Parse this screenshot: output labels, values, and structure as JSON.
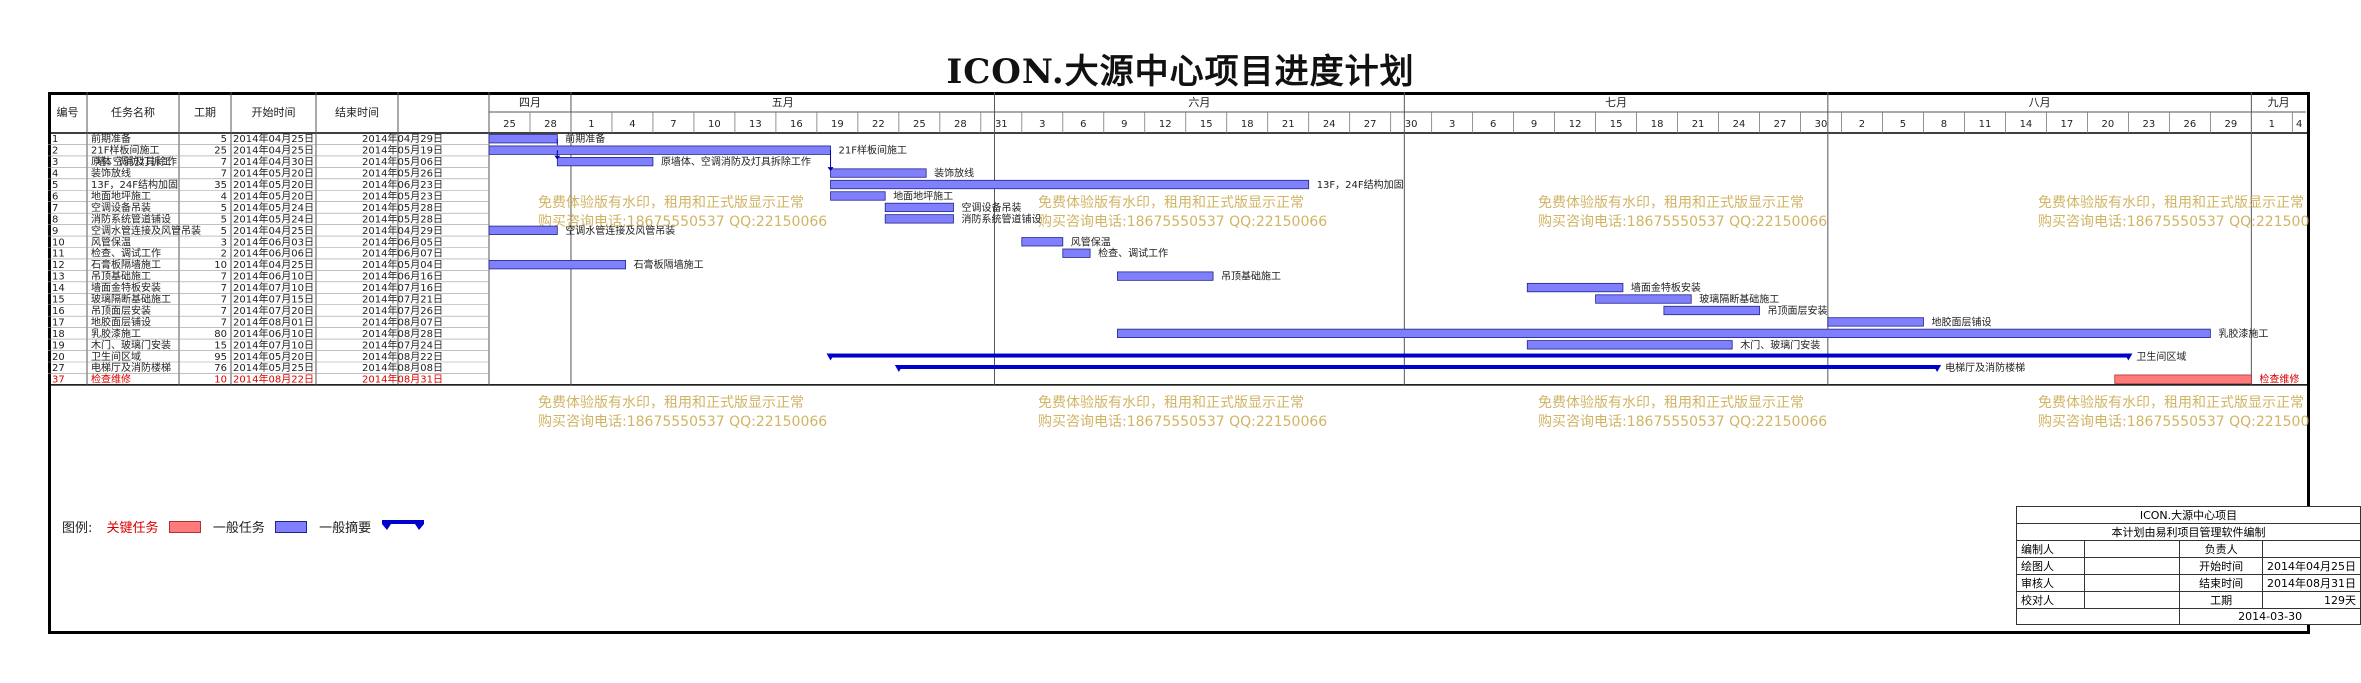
{
  "title": "ICON.大源中心项目进度计划",
  "headers": {
    "id": "编号",
    "name": "任务名称",
    "duration": "工期",
    "start": "开始时间",
    "end": "结束时间"
  },
  "months": [
    "四月",
    "五月",
    "六月",
    "七月",
    "八月",
    "九月"
  ],
  "timeline": {
    "start": "2014-04-25",
    "end": "2014-09-05",
    "day_ticks": [
      25,
      28,
      1,
      4,
      7,
      10,
      13,
      16,
      19,
      22,
      25,
      28,
      31,
      3,
      6,
      9,
      12,
      15,
      18,
      21,
      24,
      27,
      30,
      3,
      6,
      9,
      12,
      15,
      18,
      21,
      24,
      27,
      30,
      2,
      5,
      8,
      11,
      14,
      17,
      20,
      23,
      26,
      29,
      1,
      4
    ]
  },
  "colors": {
    "critical": "#ff7b7b",
    "normal": "#8080ff",
    "summary": "#0000cc",
    "critical_text": "#dd0000",
    "watermark": "#c8a84a"
  },
  "tasks": [
    {
      "id": "1",
      "name": "前期准备",
      "duration": "5",
      "start": "2014年04月25日",
      "end": "2014年04月29日",
      "bar_label": "前期准备",
      "type": "normal"
    },
    {
      "id": "2",
      "name": "21F样板间施工",
      "duration": "25",
      "start": "2014年04月25日",
      "end": "2014年05月19日",
      "bar_label": "21F样板间施工",
      "type": "normal"
    },
    {
      "id": "3",
      "name": "原墙体、空调消防及灯具拆除工作",
      "duration": "7",
      "start": "2014年04月30日",
      "end": "2014年05月06日",
      "bar_label": "原墙体、空调消防及灯具拆除工作",
      "type": "normal"
    },
    {
      "id": "4",
      "name": "装饰放线",
      "duration": "7",
      "start": "2014年05月20日",
      "end": "2014年05月26日",
      "bar_label": "装饰放线",
      "type": "normal"
    },
    {
      "id": "5",
      "name": "13F，24F结构加固",
      "duration": "35",
      "start": "2014年05月20日",
      "end": "2014年06月23日",
      "bar_label": "13F，24F结构加固",
      "type": "normal"
    },
    {
      "id": "6",
      "name": "地面地坪施工",
      "duration": "4",
      "start": "2014年05月20日",
      "end": "2014年05月23日",
      "bar_label": "地面地坪施工",
      "type": "normal"
    },
    {
      "id": "7",
      "name": "空调设备吊装",
      "duration": "5",
      "start": "2014年05月24日",
      "end": "2014年05月28日",
      "bar_label": "空调设备吊装",
      "type": "normal"
    },
    {
      "id": "8",
      "name": "消防系统管道铺设",
      "duration": "5",
      "start": "2014年05月24日",
      "end": "2014年05月28日",
      "bar_label": "消防系统管道铺设",
      "type": "normal"
    },
    {
      "id": "9",
      "name": "空调水管连接及风管吊装",
      "duration": "5",
      "start": "2014年04月25日",
      "end": "2014年04月29日",
      "bar_label": "空调水管连接及风管吊装",
      "type": "normal"
    },
    {
      "id": "10",
      "name": "风管保温",
      "duration": "3",
      "start": "2014年06月03日",
      "end": "2014年06月05日",
      "bar_label": "风管保温",
      "type": "normal"
    },
    {
      "id": "11",
      "name": "检查、调试工作",
      "duration": "2",
      "start": "2014年06月06日",
      "end": "2014年06月07日",
      "bar_label": "检查、调试工作",
      "type": "normal"
    },
    {
      "id": "12",
      "name": "石膏板隔墙施工",
      "duration": "10",
      "start": "2014年04月25日",
      "end": "2014年05月04日",
      "bar_label": "石膏板隔墙施工",
      "type": "normal"
    },
    {
      "id": "13",
      "name": "吊顶基础施工",
      "duration": "7",
      "start": "2014年06月10日",
      "end": "2014年06月16日",
      "bar_label": "吊顶基础施工",
      "type": "normal"
    },
    {
      "id": "14",
      "name": "墙面金特板安装",
      "duration": "7",
      "start": "2014年07月10日",
      "end": "2014年07月16日",
      "bar_label": "墙面金特板安装",
      "type": "normal"
    },
    {
      "id": "15",
      "name": "玻璃隔断基础施工",
      "duration": "7",
      "start": "2014年07月15日",
      "end": "2014年07月21日",
      "bar_label": "玻璃隔断基础施工",
      "type": "normal"
    },
    {
      "id": "16",
      "name": "吊顶面层安装",
      "duration": "7",
      "start": "2014年07月20日",
      "end": "2014年07月26日",
      "bar_label": "吊顶面层安装",
      "type": "normal"
    },
    {
      "id": "17",
      "name": "地胶面层铺设",
      "duration": "7",
      "start": "2014年08月01日",
      "end": "2014年08月07日",
      "bar_label": "地胶面层铺设",
      "type": "normal"
    },
    {
      "id": "18",
      "name": "乳胶漆施工",
      "duration": "80",
      "start": "2014年06月10日",
      "end": "2014年08月28日",
      "bar_label": "乳胶漆施工",
      "type": "normal"
    },
    {
      "id": "19",
      "name": "木门、玻璃门安装",
      "duration": "15",
      "start": "2014年07月10日",
      "end": "2014年07月24日",
      "bar_label": "木门、玻璃门安装",
      "type": "normal"
    },
    {
      "id": "20",
      "name": "卫生间区域",
      "duration": "95",
      "start": "2014年05月20日",
      "end": "2014年08月22日",
      "bar_label": "卫生间区域",
      "type": "summary"
    },
    {
      "id": "27",
      "name": "电梯厅及消防楼梯",
      "duration": "76",
      "start": "2014年05月25日",
      "end": "2014年08月08日",
      "bar_label": "电梯厅及消防楼梯",
      "type": "summary"
    },
    {
      "id": "37",
      "name": "检查维修",
      "duration": "10",
      "start": "2014年08月22日",
      "end": "2014年08月31日",
      "bar_label": "检查维修",
      "type": "critical"
    }
  ],
  "watermark": {
    "line1": "免费体验版有水印，租用和正式版显示正常",
    "line2": "购买咨询电话:18675550537 QQ:22150066"
  },
  "legend": {
    "label": "图例:",
    "critical": "关键任务",
    "normal": "一般任务",
    "summary": "一般摘要"
  },
  "info": {
    "project": "ICON.大源中心项目",
    "note": "本计划由易利项目管理软件编制",
    "editor_label": "编制人",
    "owner_label": "负责人",
    "drafter_label": "绘图人",
    "start_label": "开始时间",
    "start_value": "2014年04月25日",
    "reviewer_label": "审核人",
    "end_label": "结束时间",
    "end_value": "2014年08月31日",
    "checker_label": "校对人",
    "duration_label": "工期",
    "duration_value": "129天",
    "date": "2014-03-30"
  }
}
